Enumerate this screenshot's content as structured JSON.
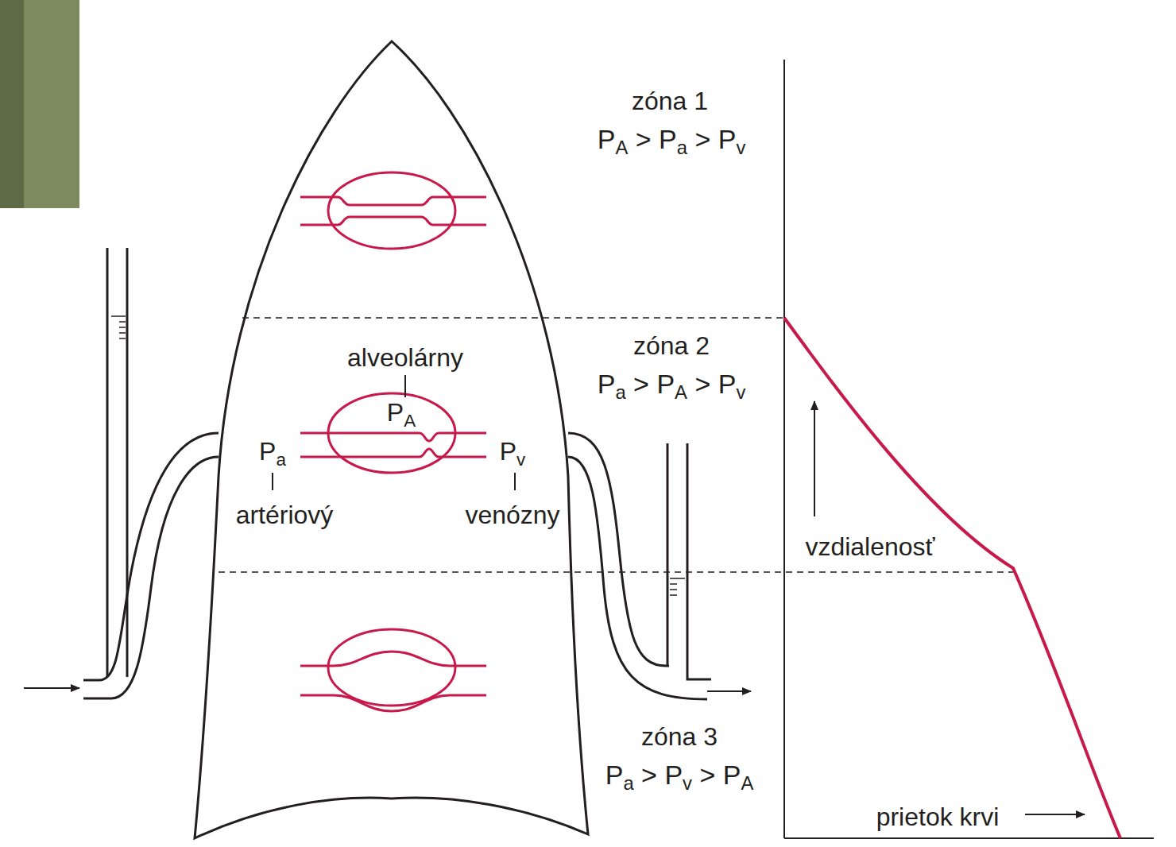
{
  "diagram": {
    "labels": [
      "zóna 1",
      "PA > Pa > Pv",
      "zóna 2",
      "Pa > PA > Pv",
      "zóna 3",
      "Pa > Pv > PA",
      "alveolárny",
      "PA",
      "Pa",
      "artériový",
      "Pv",
      "venózny",
      "vzdialenosť",
      "prietok krvi"
    ]
  }
}
